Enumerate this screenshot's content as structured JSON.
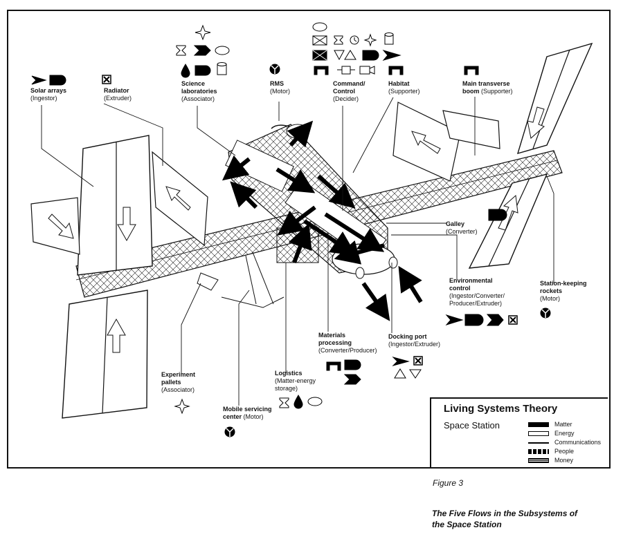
{
  "labels": {
    "solar_arrays": {
      "title": "Solar arrays",
      "sub": "(Ingestor)"
    },
    "radiator": {
      "title": "Radiator",
      "sub": "(Extruder)"
    },
    "science_labs": {
      "title1": "Science",
      "title2": "laboratories",
      "sub": "(Associator)"
    },
    "rms": {
      "title": "RMS",
      "sub": "(Motor)"
    },
    "command": {
      "title1": "Command/",
      "title2": "Control",
      "sub": "(Decider)"
    },
    "habitat": {
      "title": "Habitat",
      "sub": "(Supporter)"
    },
    "main_boom": {
      "title1": "Main transverse",
      "title2": "boom",
      "sub": "(Supporter)"
    },
    "galley": {
      "title": "Galley",
      "sub": "(Converter)"
    },
    "environmental": {
      "title1": "Environmental",
      "title2": "control",
      "sub1": "(Ingestor/Converter/",
      "sub2": "Producer/Extruder)"
    },
    "station_keeping": {
      "title1": "Station-keeping",
      "title2": "rockets",
      "sub": "(Motor)"
    },
    "materials": {
      "title1": "Materials",
      "title2": "processing",
      "sub": "(Converter/Producer)"
    },
    "docking": {
      "title": "Docking port",
      "sub": "(Ingestor/Extruder)"
    },
    "experiment": {
      "title1": "Experiment",
      "title2": "pallets",
      "sub": "(Associator)"
    },
    "logistics": {
      "title": "Logistics",
      "sub1": "(Matter-energy",
      "sub2": "storage)"
    },
    "mobile": {
      "title1": "Mobile servicing",
      "title2": "center",
      "sub": "(Motor)"
    }
  },
  "legend": {
    "title": "Living Systems Theory",
    "subtitle": "Space Station",
    "items": [
      {
        "label": "Matter",
        "style": "solid"
      },
      {
        "label": "Energy",
        "style": "outline"
      },
      {
        "label": "Communications",
        "style": "line"
      },
      {
        "label": "People",
        "style": "dashed"
      },
      {
        "label": "Money",
        "style": "striped"
      }
    ]
  },
  "figure_label": "Figure 3",
  "caption": {
    "line1": "The Five Flows in the Subsystems of",
    "line2": "the Space Station"
  },
  "symbols": {
    "solar_arrays": [
      "arrow",
      "D-shape"
    ],
    "radiator": [
      "x-box"
    ],
    "science_labs": [
      "star",
      "hourglass",
      "chevron",
      "ellipse",
      "drop",
      "D-shape",
      "cylinder"
    ],
    "rms": [
      "motor-icon"
    ],
    "command": [
      "ellipse",
      "x-box-wide",
      "hourglass",
      "clock",
      "star",
      "cylinder",
      "x-box-wide",
      "triangle-down",
      "triangle-up",
      "D-shape",
      "arrow",
      "bracket",
      "bracket-double",
      "camera"
    ],
    "habitat": [
      "bracket"
    ],
    "main_boom": [
      "bracket"
    ],
    "galley": [
      "D-shape"
    ],
    "environmental": [
      "arrow",
      "D-shape",
      "chevron",
      "x-box"
    ],
    "station_keeping": [
      "motor-icon"
    ],
    "materials": [
      "bracket",
      "D-shape",
      "chevron"
    ],
    "docking": [
      "arrow",
      "x-box",
      "triangle-up",
      "triangle-down"
    ],
    "experiment": [
      "star"
    ],
    "logistics": [
      "hourglass",
      "drop",
      "ellipse"
    ],
    "mobile": [
      "motor-icon"
    ]
  }
}
